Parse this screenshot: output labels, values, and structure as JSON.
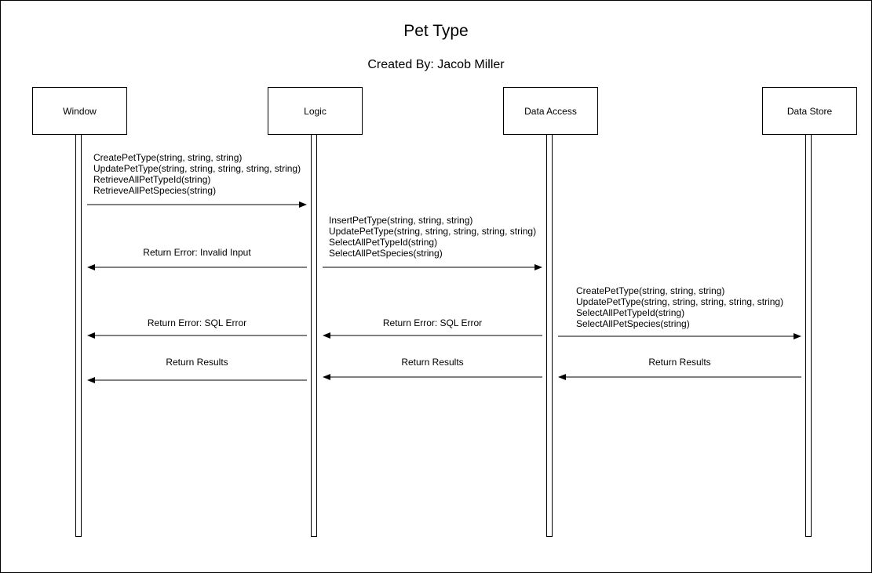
{
  "title": "Pet Type",
  "subtitle": "Created By: Jacob Miller",
  "participants": [
    {
      "label": "Window"
    },
    {
      "label": "Logic"
    },
    {
      "label": "Data Access"
    },
    {
      "label": "Data Store"
    }
  ],
  "messages": {
    "window_to_logic": [
      "CreatePetType(string, string, string)",
      "UpdatePetType(string, string, string, string, string)",
      "RetrieveAllPetTypeId(string)",
      "RetrieveAllPetSpecies(string)"
    ],
    "logic_to_access": [
      "InsertPetType(string, string, string)",
      "UpdatePetType(string, string, string, string, string)",
      "SelectAllPetTypeId(string)",
      "SelectAllPetSpecies(string)"
    ],
    "access_to_store": [
      "CreatePetType(string, string, string)",
      "UpdatePetType(string, string, string, string, string)",
      "SelectAllPetTypeId(string)",
      "SelectAllPetSpecies(string)"
    ]
  },
  "returns": {
    "invalid_input": "Return Error: Invalid Input",
    "sql_error_logic": "Return Error: SQL Error",
    "sql_error_access": "Return Error: SQL Error",
    "results_logic": "Return Results",
    "results_access": "Return Results",
    "results_store": "Return Results"
  }
}
